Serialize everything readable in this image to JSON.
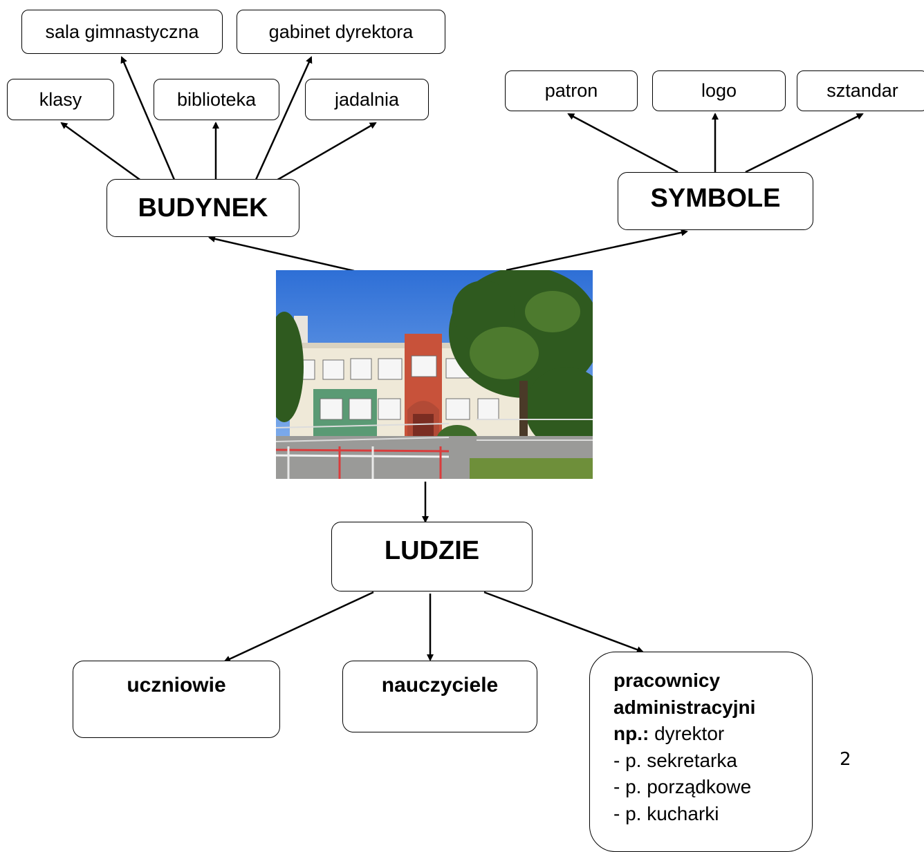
{
  "budynek": {
    "title": "BUDYNEK",
    "items": [
      "klasy",
      "sala gimnastyczna",
      "biblioteka",
      "gabinet dyrektora",
      "jadalnia"
    ]
  },
  "symbole": {
    "title": "SYMBOLE",
    "items": [
      "patron",
      "logo",
      "sztandar"
    ]
  },
  "ludzie": {
    "title": "LUDZIE",
    "groups": {
      "uczniowie": "uczniowie",
      "nauczyciele": "nauczyciele",
      "pracownicy_heading_1": "pracownicy",
      "pracownicy_heading_2": "administracyjni",
      "np_label": "np.:",
      "np_value": " dyrektor",
      "list": [
        "- p. sekretarka",
        "- p. porządkowe",
        "- p. kucharki"
      ]
    }
  },
  "page_number": "2"
}
